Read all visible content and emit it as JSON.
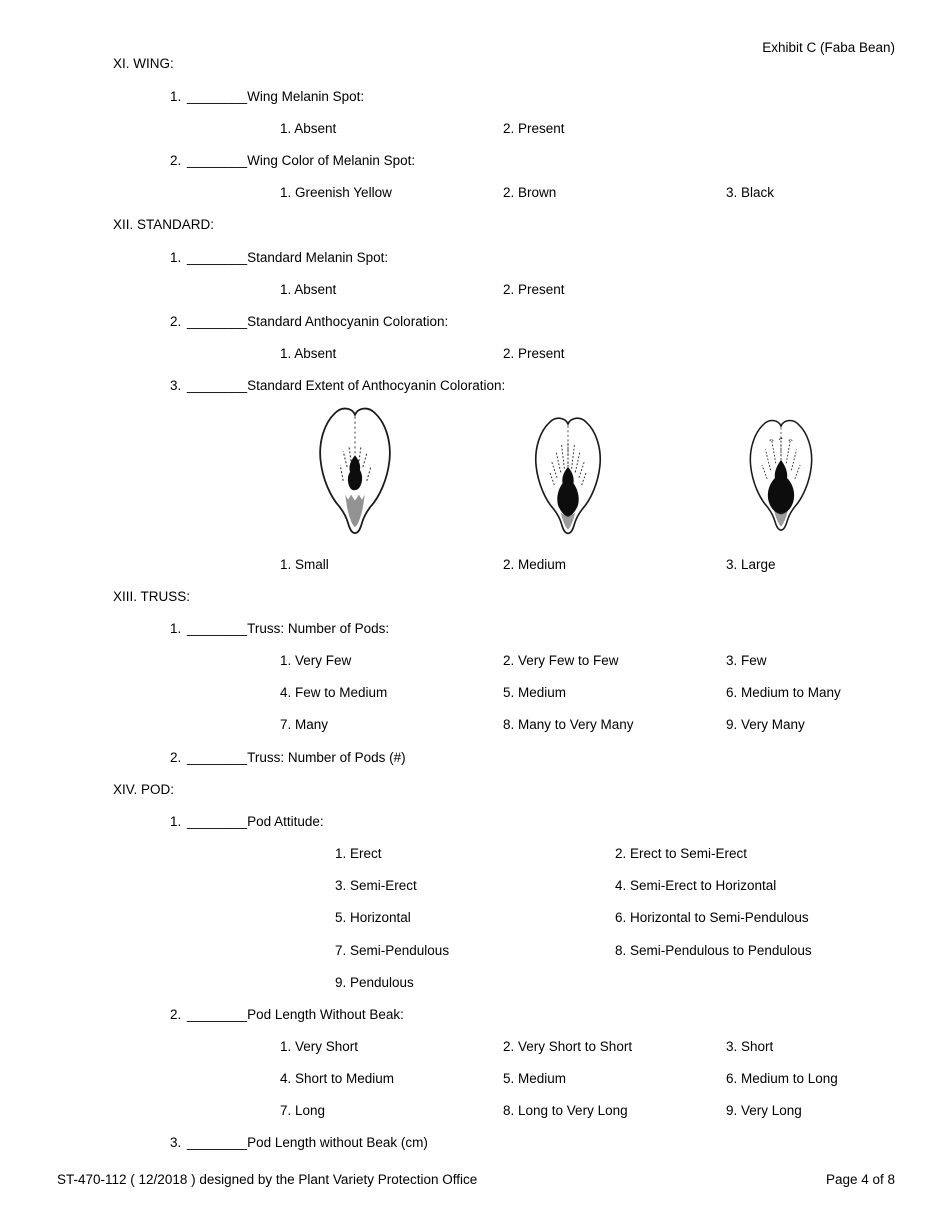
{
  "page": {
    "exhibit_label": "Exhibit C (Faba Bean)",
    "footer_left": "ST-470-112 ( 12/2018 ) designed by the Plant Variety Protection Office",
    "footer_right": "Page 4 of 8",
    "blank": "________",
    "colors": {
      "text": "#000000",
      "background": "#ffffff"
    }
  },
  "wing": {
    "heading": "XI. WING:",
    "item1": {
      "num": "1.",
      "label": "Wing Melanin Spot:"
    },
    "item1_options": [
      "1. Absent",
      "2. Present"
    ],
    "item2": {
      "num": "2.",
      "label": "Wing Color of Melanin Spot:"
    },
    "item2_options": [
      "1. Greenish Yellow",
      "2. Brown",
      "3. Black"
    ]
  },
  "standard": {
    "heading": "XII. STANDARD:",
    "item1": {
      "num": "1.",
      "label": "Standard Melanin Spot:"
    },
    "item1_options": [
      "1. Absent",
      "2. Present"
    ],
    "item2": {
      "num": "2.",
      "label": "Standard Anthocyanin Coloration:"
    },
    "item2_options": [
      "1. Absent",
      "2. Present"
    ],
    "item3": {
      "num": "3.",
      "label": "Standard Extent of Anthocyanin Coloration:"
    },
    "item3_figures": [
      "small-extent-petal-illustration",
      "medium-extent-petal-illustration",
      "large-extent-petal-illustration"
    ],
    "item3_options": [
      "1. Small",
      "2. Medium",
      "3. Large"
    ]
  },
  "truss": {
    "heading": "XIII. TRUSS:",
    "item1": {
      "num": "1.",
      "label": "Truss: Number of Pods:"
    },
    "item1_options_rows": [
      [
        "1. Very Few",
        "2. Very Few to Few",
        "3. Few"
      ],
      [
        "4. Few to Medium",
        "5. Medium",
        "6. Medium to Many"
      ],
      [
        "7. Many",
        "8. Many to Very Many",
        "9. Very Many"
      ]
    ],
    "item2": {
      "num": "2.",
      "label": "Truss: Number of Pods (#)"
    }
  },
  "pod": {
    "heading": "XIV. POD:",
    "item1": {
      "num": "1.",
      "label": "Pod Attitude:"
    },
    "item1_options_rows": [
      [
        "1. Erect",
        "2. Erect to Semi-Erect"
      ],
      [
        "3. Semi-Erect",
        "4. Semi-Erect to Horizontal"
      ],
      [
        "5. Horizontal",
        "6. Horizontal to Semi-Pendulous"
      ],
      [
        "7. Semi-Pendulous",
        "8. Semi-Pendulous to Pendulous"
      ],
      [
        "9. Pendulous"
      ]
    ],
    "item2": {
      "num": "2.",
      "label": "Pod Length Without Beak:"
    },
    "item2_options_rows": [
      [
        "1. Very Short",
        "2. Very Short to Short",
        "3. Short"
      ],
      [
        "4. Short to Medium",
        "5. Medium",
        "6. Medium to Long"
      ],
      [
        "7. Long",
        "8. Long to Very Long",
        "9. Very Long"
      ]
    ],
    "item3": {
      "num": "3.",
      "label": "Pod Length without Beak (cm)"
    }
  }
}
